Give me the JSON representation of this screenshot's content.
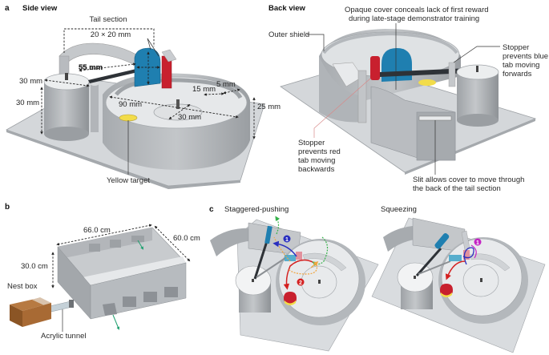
{
  "panel_a": {
    "letter": "a",
    "side_view": {
      "title": "Side view",
      "labels": {
        "tail_section": "Tail section",
        "tail_size": "20 × 20 mm",
        "arm_length": "55 mm",
        "cyl_diameter": "30 mm",
        "cyl_height": "30 mm",
        "arena_diameter": "90 mm",
        "center_diameter": "30 mm",
        "gap_15": "15 mm",
        "gap_5": "5 mm",
        "wall_height": "25 mm",
        "yellow_target": "Yellow target"
      }
    },
    "back_view": {
      "title": "Back view",
      "labels": {
        "outer_shield": "Outer shield",
        "opaque_cover_1": "Opaque cover conceals lack of first reward",
        "opaque_cover_2": "during late-stage demonstrator training",
        "stopper_blue_1": "Stopper",
        "stopper_blue_2": "prevents blue",
        "stopper_blue_3": "tab moving",
        "stopper_blue_4": "forwards",
        "stopper_red_1": "Stopper",
        "stopper_red_2": "prevents red",
        "stopper_red_3": "tab moving",
        "stopper_red_4": "backwards",
        "slit_1": "Slit allows cover to move through",
        "slit_2": "the back of the tail section"
      }
    }
  },
  "panel_b": {
    "letter": "b",
    "labels": {
      "length": "66.0 cm",
      "width": "60.0 cm",
      "height": "30.0 cm",
      "nest_box": "Nest box",
      "acrylic_tunnel": "Acrylic tunnel"
    }
  },
  "panel_c": {
    "letter": "c",
    "staggered": {
      "title": "Staggered-pushing",
      "step1": "1",
      "step2": "2"
    },
    "squeezing": {
      "title": "Squeezing",
      "step1": "1"
    }
  },
  "colors": {
    "blue_tab": "#1f7fb0",
    "red_tab": "#c8202e",
    "yellow_target": "#f2dc4a",
    "gray_light": "#e2e4e6",
    "gray_mid": "#b8bcc0",
    "gray_dark": "#8f9398",
    "base_plate": "#d4d7da",
    "nest_box": "#a86a34",
    "arrow_blue": "#2a2fbf",
    "arrow_red": "#d42020",
    "arrow_green": "#36b24a",
    "arrow_orange": "#f0a540",
    "marker_magenta": "#c424c4",
    "exit_arrow": "#20a070"
  }
}
